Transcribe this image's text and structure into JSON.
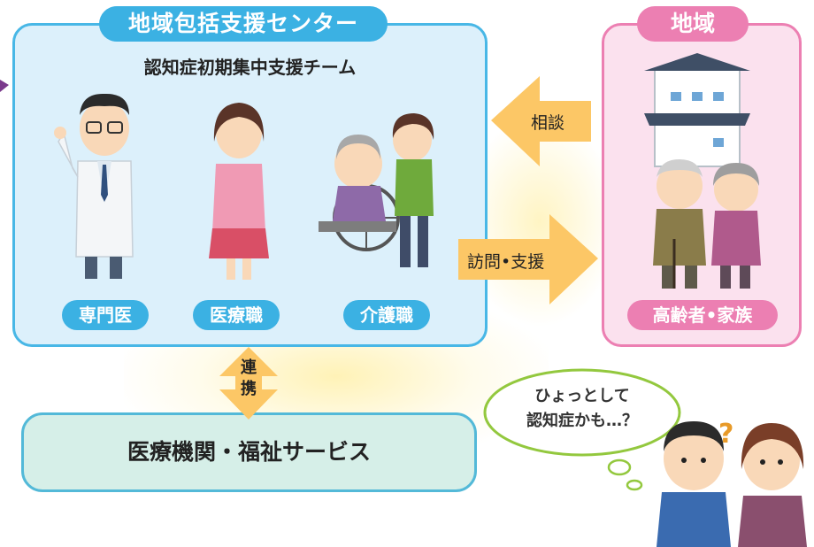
{
  "center": {
    "title": "地域包括支援センター",
    "team": "認知症初期集中支援チーム",
    "roles": [
      "専門医",
      "医療職",
      "介護職"
    ]
  },
  "region": {
    "title": "地域",
    "family_label": "高齢者•家族"
  },
  "arrows": {
    "consult": "相談",
    "visit": "訪問•支援",
    "cooperation": "連携"
  },
  "institutions": "医療機関・福祉サービス",
  "thought": {
    "line1": "ひょっとして",
    "line2": "認知症かも…？"
  },
  "colors": {
    "center_accent": "#3bb1e3",
    "region_accent": "#ec7fb2",
    "arrow": "#fcc766"
  }
}
